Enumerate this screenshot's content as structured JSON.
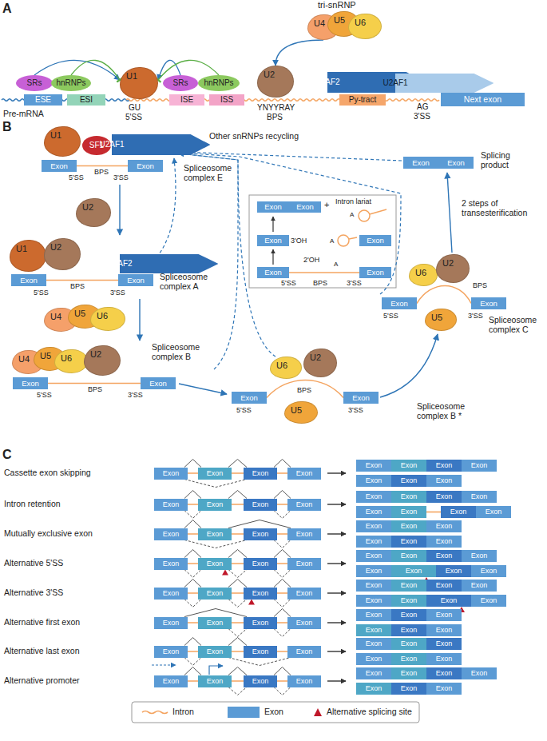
{
  "diagram": {
    "nodes": [
      {
        "text": [
          "U4"
        ]
      },
      {
        "text": [
          "U5"
        ]
      },
      {
        "text": [
          "U6"
        ]
      },
      {
        "text": [
          "SRs"
        ]
      },
      {
        "text": [
          "hnRNPs"
        ]
      },
      {
        "text": [
          "ESE"
        ]
      },
      {
        "text": [
          "ESI"
        ]
      },
      {
        "text": [
          "U1"
        ]
      },
      {
        "text": [
          "SRs"
        ]
      },
      {
        "text": [
          "hnRNPs"
        ]
      },
      {
        "text": [
          "ISE"
        ]
      },
      {
        "text": [
          "ISS"
        ]
      },
      {
        "text": [
          "U2"
        ]
      },
      {
        "text": [
          "U2AF2"
        ]
      },
      {
        "text": [
          "Py-tract"
        ]
      },
      {
        "text": [
          "U2AF1"
        ]
      },
      {
        "text": [
          "Next exon"
        ]
      },
      {
        "text": [
          "U1"
        ]
      },
      {
        "text": [
          "SF1"
        ]
      },
      {
        "text": [
          "U2AF1"
        ]
      },
      {
        "text": [
          "Exon"
        ]
      },
      {
        "text": [
          "Exon"
        ]
      },
      {
        "text": [
          "Exon"
        ]
      },
      {
        "text": [
          "Exon"
        ]
      },
      {
        "text": [
          "U2"
        ]
      },
      {
        "text": [
          "Exon"
        ]
      },
      {
        "text": [
          "Exon"
        ]
      },
      {
        "text": [
          "Exon"
        ]
      },
      {
        "text": [
          "Exon"
        ]
      },
      {
        "text": [
          "Exon"
        ]
      },
      {
        "text": [
          "Exon"
        ]
      },
      {
        "text": [
          "U1"
        ]
      },
      {
        "text": [
          "U2"
        ]
      },
      {
        "text": [
          "U2AF2"
        ]
      },
      {
        "text": [
          "Exon"
        ]
      },
      {
        "text": [
          "Exon"
        ]
      },
      {
        "text": [
          "U6"
        ]
      },
      {
        "text": [
          "U2"
        ]
      },
      {
        "text": [
          "Exon"
        ]
      },
      {
        "text": [
          "Exon"
        ]
      },
      {
        "text": [
          "U5"
        ]
      },
      {
        "text": [
          "U4"
        ]
      },
      {
        "text": [
          "U5"
        ]
      },
      {
        "text": [
          "U6"
        ]
      },
      {
        "text": [
          "U4"
        ]
      },
      {
        "text": [
          "U5"
        ]
      },
      {
        "text": [
          "U6"
        ]
      },
      {
        "text": [
          "U2"
        ]
      },
      {
        "text": [
          "Exon"
        ]
      },
      {
        "text": [
          "Exon"
        ]
      },
      {
        "text": [
          "U6"
        ]
      },
      {
        "text": [
          "U2"
        ]
      },
      {
        "text": [
          "Exon"
        ]
      },
      {
        "text": [
          "Exon"
        ]
      },
      {
        "text": [
          "U5"
        ]
      },
      {
        "text": [
          "Exon"
        ]
      },
      {
        "text": [
          "Exon"
        ]
      },
      {
        "text": [
          "Exon"
        ]
      },
      {
        "text": [
          "Exon"
        ]
      },
      {
        "text": [
          "Exon"
        ]
      },
      {
        "text": [
          "Exon"
        ]
      },
      {
        "text": [
          "Exon"
        ]
      },
      {
        "text": [
          "Exon"
        ]
      },
      {
        "text": [
          "Exon"
        ]
      },
      {
        "text": [
          "Exon"
        ]
      },
      {
        "text": [
          "Exon"
        ]
      },
      {
        "text": [
          "Exon"
        ]
      },
      {
        "text": [
          "Exon"
        ]
      },
      {
        "text": [
          "Exon"
        ]
      },
      {
        "text": [
          "Exon"
        ]
      },
      {
        "text": [
          "Exon"
        ]
      },
      {
        "text": [
          "Exon"
        ]
      },
      {
        "text": [
          "Exon"
        ]
      },
      {
        "text": [
          "Exon"
        ]
      },
      {
        "text": [
          "Exon"
        ]
      },
      {
        "text": [
          "Exon"
        ]
      },
      {
        "text": [
          "Exon"
        ]
      },
      {
        "text": [
          "Exon"
        ]
      },
      {
        "text": [
          "Exon"
        ]
      },
      {
        "text": [
          "Exon"
        ]
      },
      {
        "text": [
          "Exon"
        ]
      },
      {
        "text": [
          "Exon"
        ]
      },
      {
        "text": [
          "Exon"
        ]
      },
      {
        "text": [
          "Exon"
        ]
      },
      {
        "text": [
          "Exon"
        ]
      },
      {
        "text": [
          "Exon"
        ]
      },
      {
        "text": [
          "Exon"
        ]
      },
      {
        "text": [
          "Exon"
        ]
      },
      {
        "text": [
          "Exon"
        ]
      },
      {
        "text": [
          "Exon"
        ]
      },
      {
        "text": [
          "Exon"
        ]
      },
      {
        "text": [
          "Exon"
        ]
      },
      {
        "text": [
          "Exon"
        ]
      },
      {
        "text": [
          "Exon"
        ]
      },
      {
        "text": [
          "Exon"
        ]
      },
      {
        "text": [
          "Exon"
        ]
      },
      {
        "text": [
          "Exon"
        ]
      },
      {
        "text": [
          "Exon"
        ]
      },
      {
        "text": [
          "Exon"
        ]
      },
      {
        "text": [
          "Exon"
        ]
      },
      {
        "text": [
          "Exon"
        ]
      },
      {
        "text": [
          "Exon"
        ]
      },
      {
        "text": [
          "Exon"
        ]
      },
      {
        "text": [
          "Exon"
        ]
      },
      {
        "text": [
          "Exon"
        ]
      },
      {
        "text": [
          "Exon"
        ]
      },
      {
        "text": [
          "Exon"
        ]
      },
      {
        "text": [
          "Exon"
        ]
      },
      {
        "text": [
          "Exon"
        ]
      },
      {
        "text": [
          "Exon"
        ]
      },
      {
        "text": [
          "Exon"
        ]
      },
      {
        "text": [
          "Exon"
        ]
      },
      {
        "text": [
          "Exon"
        ]
      },
      {
        "text": [
          "Exon"
        ]
      },
      {
        "text": [
          "Exon"
        ]
      },
      {
        "text": [
          "Exon"
        ]
      },
      {
        "text": [
          "Exon"
        ]
      },
      {
        "text": [
          "Exon"
        ]
      },
      {
        "text": [
          "Exon"
        ]
      },
      {
        "text": [
          "Exon"
        ]
      },
      {
        "text": [
          "Exon"
        ]
      },
      {
        "text": [
          "Exon"
        ]
      },
      {
        "text": [
          "Exon"
        ]
      },
      {
        "text": [
          "Exon"
        ]
      },
      {
        "text": [
          "Exon"
        ]
      },
      {
        "text": [
          "Exon"
        ]
      },
      {
        "text": [
          "Exon"
        ]
      },
      {
        "text": [
          "Exon"
        ]
      },
      {
        "text": [
          "Exon"
        ]
      },
      {
        "text": [
          "Exon"
        ]
      },
      {
        "text": [
          "Exon"
        ]
      },
      {
        "text": [
          "Exon"
        ]
      },
      {
        "text": [
          "Exon"
        ]
      },
      {
        "text": [
          "Exon"
        ]
      },
      {
        "text": [
          "Exon"
        ]
      },
      {
        "text": [
          "Exon"
        ]
      },
      {
        "text": [
          "Exon"
        ]
      },
      {
        "text": [
          "Exon"
        ]
      },
      {
        "text": [
          "Exon"
        ]
      },
      {
        "text": [
          "Exon"
        ]
      },
      {
        "text": [
          "Exon"
        ]
      },
      {
        "text": [
          "Exon"
        ]
      },
      {
        "text": [
          "Exon"
        ]
      }
    ],
    "edges": [
      {
        "from": 3,
        "to": 7,
        "arrow": "to"
      },
      {
        "from": 4,
        "to": 7,
        "arrow": "to"
      },
      {
        "from": 8,
        "to": 7,
        "arrow": "to"
      },
      {
        "from": 9,
        "to": 7,
        "arrow": "to"
      },
      {
        "from": 0,
        "to": 12,
        "arrow": "to"
      },
      {
        "from": 55,
        "to": 56,
        "arrow": "none"
      },
      {
        "from": 56,
        "to": 57,
        "arrow": "none"
      },
      {
        "from": 57,
        "to": 58,
        "arrow": "none"
      },
      {
        "from": 55,
        "to": 57,
        "arrow": "none"
      },
      {
        "from": 66,
        "to": 67,
        "arrow": "none"
      },
      {
        "from": 67,
        "to": 68,
        "arrow": "none"
      },
      {
        "from": 68,
        "to": 69,
        "arrow": "none"
      },
      {
        "from": 66,
        "to": 67,
        "arrow": "none"
      },
      {
        "from": 68,
        "to": 69,
        "arrow": "none"
      },
      {
        "from": 78,
        "to": 79,
        "arrow": "none"
      },
      {
        "from": 79,
        "to": 81,
        "arrow": "none"
      },
      {
        "from": 78,
        "to": 80,
        "arrow": "none"
      },
      {
        "from": 80,
        "to": 81,
        "arrow": "none"
      },
      {
        "from": 88,
        "to": 89,
        "arrow": "none"
      },
      {
        "from": 89,
        "to": 90,
        "arrow": "none"
      },
      {
        "from": 90,
        "to": 91,
        "arrow": "none"
      },
      {
        "from": 88,
        "to": 89,
        "arrow": "none"
      },
      {
        "from": 89,
        "to": 90,
        "arrow": "none"
      },
      {
        "from": 90,
        "to": 91,
        "arrow": "none"
      },
      {
        "from": 100,
        "to": 101,
        "arrow": "none"
      },
      {
        "from": 101,
        "to": 102,
        "arrow": "none"
      },
      {
        "from": 102,
        "to": 103,
        "arrow": "none"
      },
      {
        "from": 100,
        "to": 101,
        "arrow": "none"
      },
      {
        "from": 101,
        "to": 102,
        "arrow": "none"
      },
      {
        "from": 102,
        "to": 103,
        "arrow": "none"
      },
      {
        "from": 112,
        "to": 114,
        "arrow": "none"
      },
      {
        "from": 114,
        "to": 115,
        "arrow": "none"
      },
      {
        "from": 113,
        "to": 114,
        "arrow": "none"
      },
      {
        "from": 114,
        "to": 115,
        "arrow": "none"
      },
      {
        "from": 122,
        "to": 123,
        "arrow": "none"
      },
      {
        "from": 123,
        "to": 124,
        "arrow": "none"
      },
      {
        "from": 122,
        "to": 123,
        "arrow": "none"
      },
      {
        "from": 123,
        "to": 125,
        "arrow": "none"
      },
      {
        "from": 132,
        "to": 133,
        "arrow": "none"
      },
      {
        "from": 133,
        "to": 134,
        "arrow": "none"
      },
      {
        "from": 134,
        "to": 135,
        "arrow": "none"
      },
      {
        "from": 133,
        "to": 134,
        "arrow": "none"
      },
      {
        "from": 134,
        "to": 135,
        "arrow": "none"
      }
    ],
    "labels": [
      "A",
      "tri-snRNP",
      "Pre-mRNA",
      "GU",
      "5'SS",
      "YNYYRAY",
      "BPS",
      "AG",
      "3'SS",
      "B",
      "Other snRNPs recycling",
      "Splicing product",
      "BPS",
      "5'SS",
      "3'SS",
      "Spliceosome complex E",
      "Intron lariat",
      "+",
      "A",
      "3'OH",
      "A",
      "5'SS",
      "BPS",
      "A",
      "3'SS",
      "2'OH",
      "2 steps of transesterification",
      "5'SS",
      "BPS",
      "3'SS",
      "Spliceosome complex A",
      "BPS",
      "5'SS",
      "3'SS",
      "Spliceosome complex C",
      "5'SS",
      "BPS",
      "3'SS",
      "Spliceosome complex B",
      "5'SS",
      "BPS",
      "3'SS",
      "Spliceosome complex B *",
      "C",
      "Cassette exon skipping",
      "Intron retention",
      "Mutually exclusive exon",
      "Alternative 5'SS",
      "Alternative 3'SS",
      "Alternative first exon",
      "Alternative last exon",
      "Alternative promoter"
    ],
    "legend": [
      {
        "text": "Intron"
      },
      {
        "text": "Exon",
        "color": "#5b9bd5"
      },
      {
        "text": "Alternative splicing site"
      }
    ]
  }
}
